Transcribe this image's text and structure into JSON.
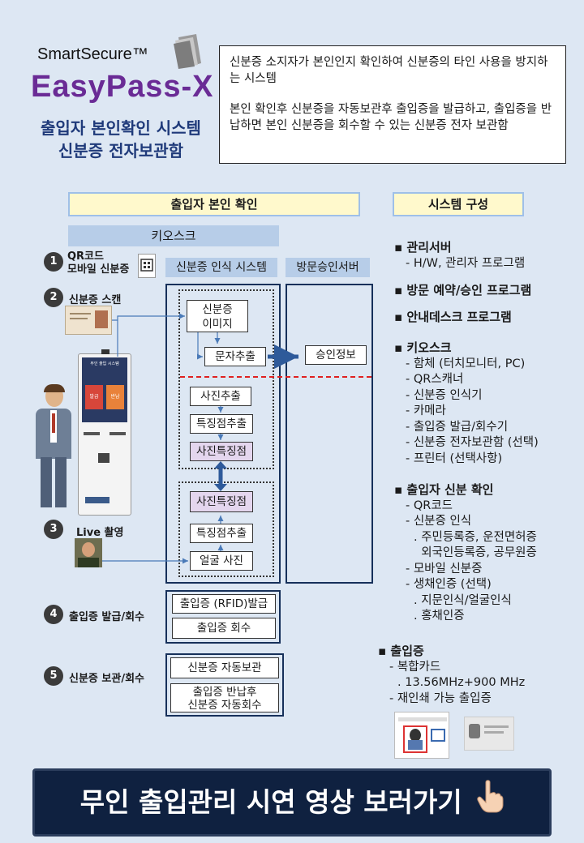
{
  "brand": {
    "tm": "SmartSecure™",
    "name": "EasyPass-X",
    "subtitle1": "출입자 본인확인 시스템",
    "subtitle2": "신분증 전자보관함"
  },
  "description": {
    "para1": "신분증 소지자가 본인인지 확인하여 신분증의 타인 사용을 방지하는 시스템",
    "para2": "본인 확인후 신분증을 자동보관후 출입증을 발급하고, 출입증을 반납하면 본인 신분증을 회수할 수 있는 신분증 전자 보관함"
  },
  "headers": {
    "left": "출입자 본인 확인",
    "right": "시스템 구성",
    "kiosk": "키오스크",
    "id_system": "신분증 인식 시스템",
    "visit_server": "방문승인서버"
  },
  "steps": {
    "s1_num": "1",
    "s1_line1": "QR코드",
    "s1_line2": "모바일 신분증",
    "s2_num": "2",
    "s2_label": "신분증 스캔",
    "s3_num": "3",
    "s3_label": "Live 촬영",
    "s4_num": "4",
    "s4_label": "출입증 발급/회수",
    "s5_num": "5",
    "s5_label": "신분증 보관/회수"
  },
  "flow": {
    "id_image": "신분증\n이미지",
    "ocr": "문자추출",
    "approval": "승인정보",
    "photo_extract": "사진추출",
    "feature_extract1": "특징점추출",
    "photo_feature1": "사진특징점",
    "photo_feature2": "사진특징점",
    "feature_extract2": "특징점추출",
    "face_photo": "얼굴 사진",
    "pass_issue": "출입증 (RFID)발급",
    "pass_return": "출입증 회수",
    "id_store": "신분증 자동보관",
    "id_return": "출입증 반납후\n신분증 자동회수"
  },
  "kiosk_screen": {
    "title": "무인 출입 시스템",
    "btn1": "발급",
    "btn2": "반납"
  },
  "system": {
    "mgmt_server": "관리서버",
    "mgmt_hw": "- H/W,  관리자 프로그램",
    "visit_prog": "방문 예약/승인 프로그램",
    "desk_prog": "안내데스크 프로그램",
    "kiosk": "키오스크",
    "kiosk_items": [
      "- 함체 (터치모니터, PC)",
      "- QR스캐너",
      "- 신분증 인식기",
      "- 카메라",
      "- 출입증 발급/회수기",
      "- 신분증 전자보관함 (선택)",
      "- 프린터 (선택사항)"
    ],
    "verify": "출입자 신분 확인",
    "verify_items": [
      "- QR코드",
      "- 신분증 인식",
      ". 주민등록증, 운전면허증",
      "  외국인등록증, 공무원증",
      "- 모바일 신분증",
      "- 생채인증 (선택)",
      ". 지문인식/얼굴인식",
      ". 홍채인증"
    ],
    "pass": "출입증",
    "pass_items": [
      "- 복합카드",
      ". 13.56MHz+900 MHz",
      "- 재인쇄 가능 출입증"
    ]
  },
  "banner": {
    "text": "무인 출입관리 시연 영상 보러가기"
  },
  "colors": {
    "background": "#dde7f3",
    "brand_purple": "#6a2b95",
    "brand_blue": "#1f3a7a",
    "banner_bg": "#0f2140",
    "photo_feature": "#e4d6ee",
    "divider_red": "#e02020"
  },
  "icons": {
    "logo": "document-stack-icon",
    "banner": "pointing-hand-icon"
  }
}
